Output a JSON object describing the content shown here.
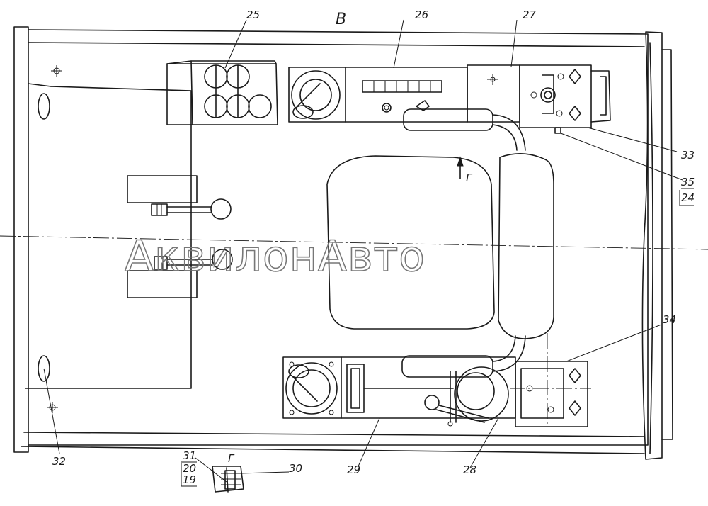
{
  "view_label": "В",
  "section_mark": "Г",
  "watermark": "АквилонАвто",
  "callouts": {
    "c25": "25",
    "c26": "26",
    "c27": "27",
    "c33": "33",
    "c35": "35",
    "c24": "24",
    "c34": "34",
    "c32": "32",
    "c29": "29",
    "c28": "28",
    "c31": "31",
    "c20": "20",
    "c19": "19",
    "c30": "30"
  },
  "colors": {
    "ink": "#1a1a1a",
    "watermark": "#777777",
    "paper": "#ffffff"
  }
}
